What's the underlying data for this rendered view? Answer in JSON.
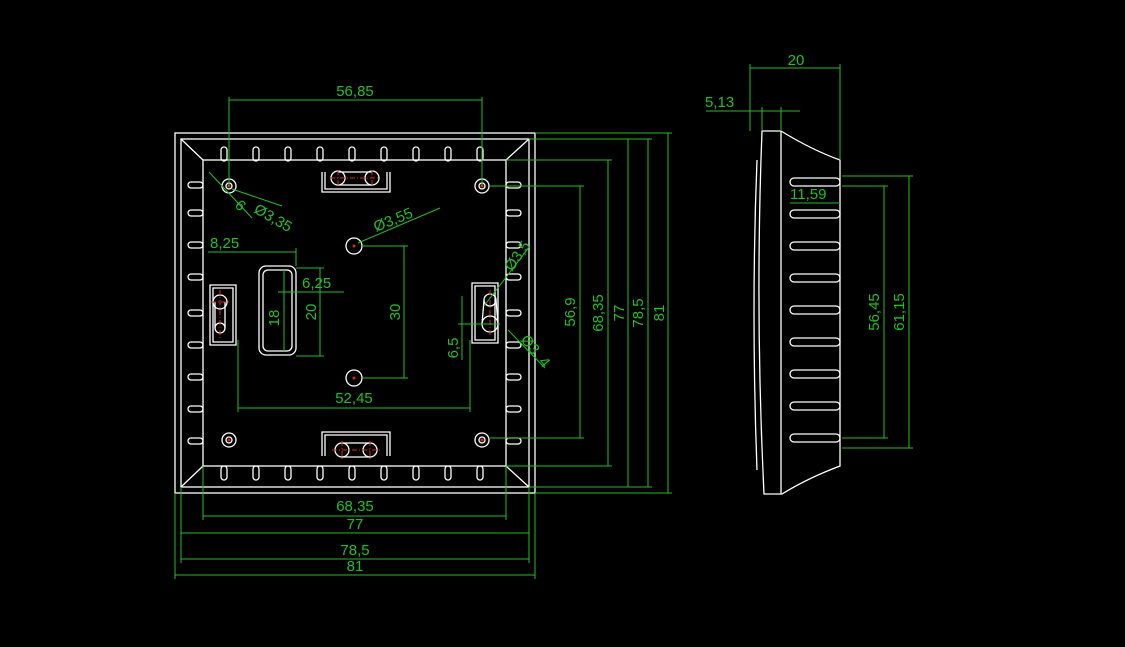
{
  "front_view": {
    "dim_holes_top": "56,85",
    "dia_small_hole": "Ø3,35",
    "dia_small_hole_inner": "6",
    "dia_center_hole": "Ø3,55",
    "dim_slot_offset": "8,25",
    "dim_slot_width": "6,25",
    "dim_slot_18": "18",
    "dim_slot_20": "20",
    "dim_vertical_30": "30",
    "dia_right_hole": "Ø3,5",
    "dim_right_65": "6,5",
    "dia_right_small": "Ø3",
    "dim_right_4": "4",
    "dim_horizontal_5245": "52,45",
    "dim_h_inner_6835": "68,35",
    "dim_h_77": "77",
    "dim_h_785": "78,5",
    "dim_h_81": "81",
    "dim_v_569": "56,9",
    "dim_v_6835": "68,35",
    "dim_v_77": "77",
    "dim_v_785": "78,5",
    "dim_v_81": "81"
  },
  "side_view": {
    "dim_depth_20": "20",
    "dim_513": "5,13",
    "dim_1159": "11,59",
    "dim_5645": "56,45",
    "dim_6115": "61,15"
  }
}
